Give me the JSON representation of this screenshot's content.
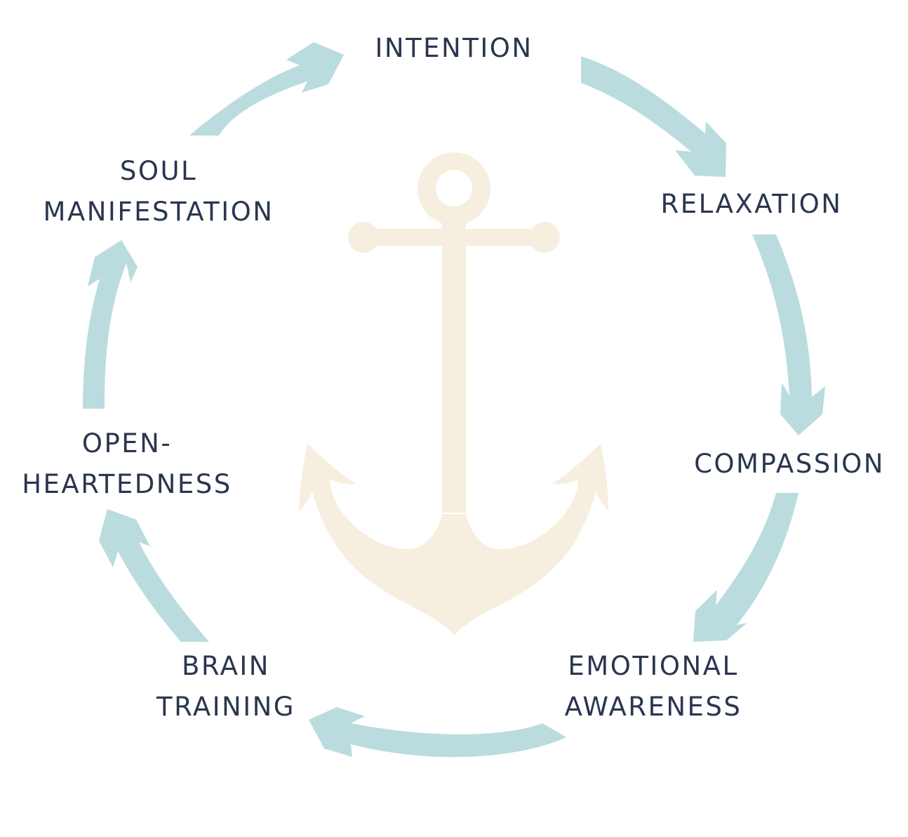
{
  "diagram": {
    "title": "Anchor cycle",
    "colors": {
      "arrow": "#badcdf",
      "anchor": "#f6eedf",
      "text": "#2a3650",
      "background": "#ffffff"
    },
    "center_icon": "anchor-icon",
    "steps": [
      {
        "id": "intention",
        "lines": [
          "INTENTION"
        ]
      },
      {
        "id": "relaxation",
        "lines": [
          "RELAXATION"
        ]
      },
      {
        "id": "compassion",
        "lines": [
          "COMPASSION"
        ]
      },
      {
        "id": "emotional-awareness",
        "lines": [
          "EMOTIONAL",
          "AWARENESS"
        ]
      },
      {
        "id": "brain-training",
        "lines": [
          "BRAIN",
          "TRAINING"
        ]
      },
      {
        "id": "open-heartedness",
        "lines": [
          "OPEN-",
          "HEARTEDNESS"
        ]
      },
      {
        "id": "soul-manifestation",
        "lines": [
          "SOUL",
          "MANIFESTATION"
        ]
      }
    ],
    "flow": "clockwise"
  }
}
